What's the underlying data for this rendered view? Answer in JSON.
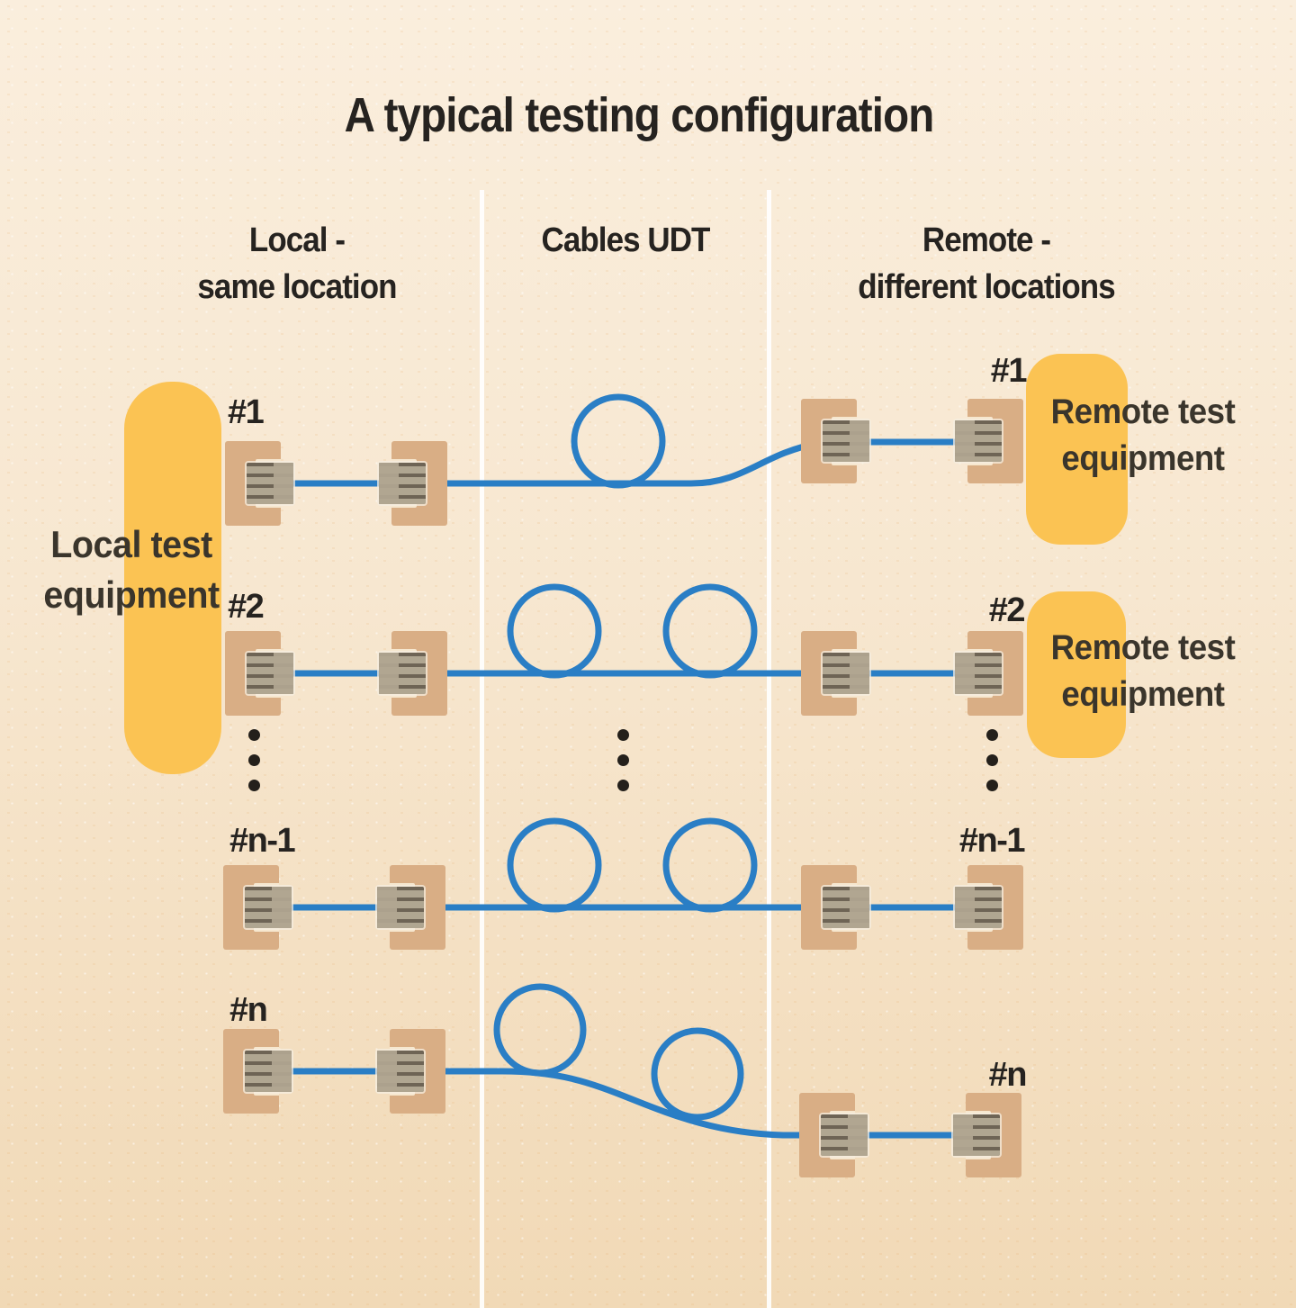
{
  "title": "A typical testing configuration",
  "columns": {
    "local": {
      "line1": "Local -",
      "line2": "same location"
    },
    "middle": {
      "line1": "Cables UDT"
    },
    "remote": {
      "line1": "Remote -",
      "line2": "different locations"
    }
  },
  "equipment": {
    "local": {
      "line1": "Local test",
      "line2": "equipment"
    },
    "remote1": {
      "line1": "Remote test",
      "line2": "equipment"
    },
    "remote2": {
      "line1": "Remote test",
      "line2": "equipment"
    }
  },
  "rows": [
    {
      "id": "1",
      "local_label": "#1",
      "remote_label": "#1"
    },
    {
      "id": "2",
      "local_label": "#2",
      "remote_label": "#2"
    },
    {
      "id": "n-1",
      "local_label": "#n-1",
      "remote_label": "#n-1"
    },
    {
      "id": "n",
      "local_label": "#n",
      "remote_label": "#n"
    }
  ],
  "colors": {
    "bg_top": "#faeedd",
    "bg_bottom": "#f1d9b6",
    "yellow": "#fbc353",
    "tan": "#d9ae85",
    "notch": "#f6e7cf",
    "plug_light": "#b0a691",
    "plug_dark": "#6e6455",
    "cable": "#2a7ec5",
    "ink": "#262320",
    "divider": "#ffffff"
  }
}
